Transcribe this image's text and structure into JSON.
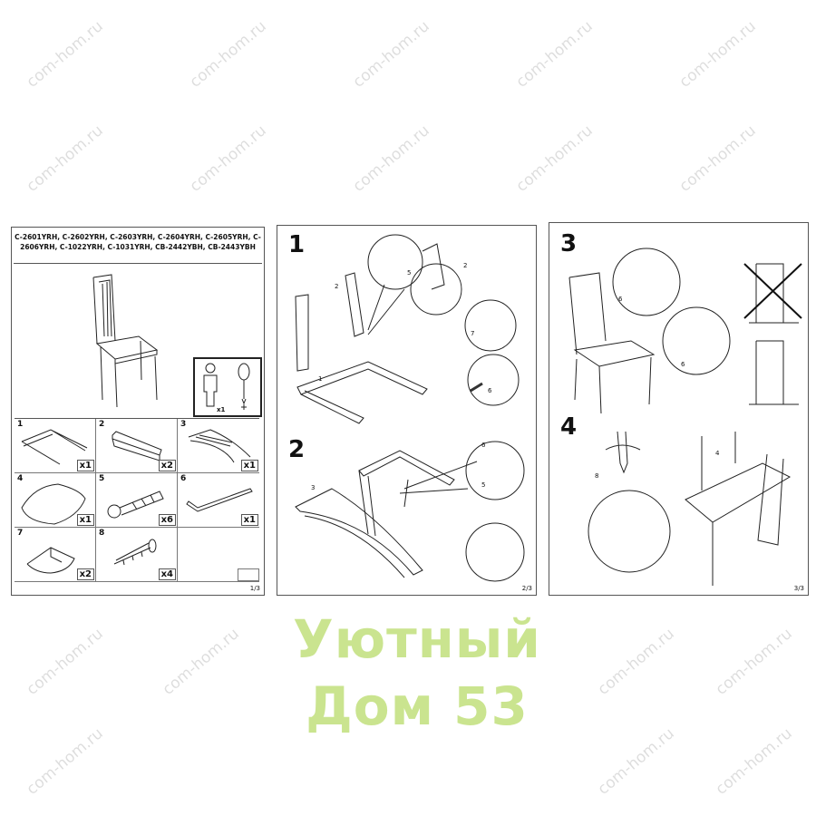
{
  "page1": {
    "models": "C-2601YRH, C-2602YRH, C-2603YRH, C-2604YRH, C-2605YRH, C-2606YRH, C-1022YRH, C-1031YRH, CB-2442YBH, CB-2443YBH",
    "tools_qty": "x1",
    "parts": [
      {
        "num": "1",
        "qty": "x1"
      },
      {
        "num": "2",
        "qty": "x2"
      },
      {
        "num": "3",
        "qty": "x1"
      },
      {
        "num": "4",
        "qty": "x1"
      },
      {
        "num": "5",
        "qty": "x6"
      },
      {
        "num": "6",
        "qty": "x1"
      },
      {
        "num": "7",
        "qty": "x2"
      },
      {
        "num": "8",
        "qty": "x4"
      }
    ],
    "page_number": "1/3"
  },
  "page2": {
    "step1": "1",
    "step2": "2",
    "callouts": [
      "1",
      "2",
      "5",
      "2",
      "7",
      "6",
      "6",
      "5",
      "3"
    ],
    "page_number": "2/3"
  },
  "page3": {
    "step3": "3",
    "step4": "4",
    "callouts": [
      "6",
      "6",
      "8",
      "4"
    ],
    "page_number": "3/3"
  },
  "watermark": {
    "site": "com-hom.ru",
    "brand_line1": "Уютный",
    "brand_line2": "Дом 53",
    "brand_color": "#b9dc6a"
  }
}
